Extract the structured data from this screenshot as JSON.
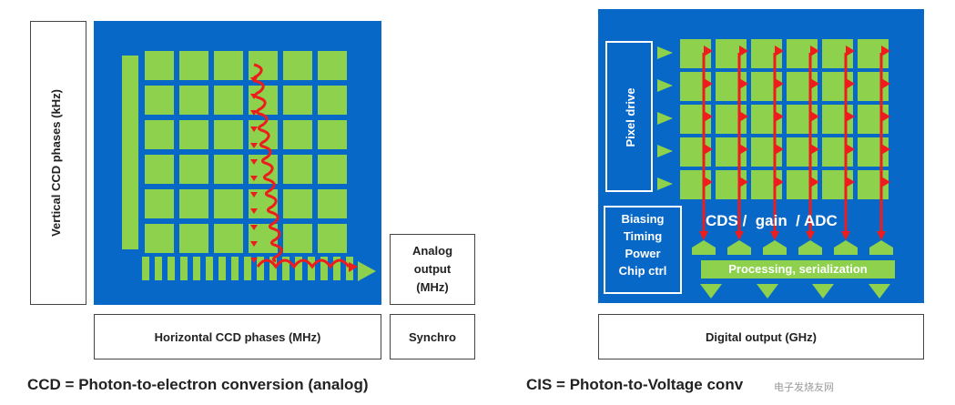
{
  "colors": {
    "panel_blue": "#0868c8",
    "pixel_green": "#8dd14c",
    "arrow_red": "#ee1c1c",
    "label_text": "#222222"
  },
  "ccd": {
    "vertical_label": "Vertical CCD phases (kHz)",
    "horizontal_label": "Horizontal CCD phases (MHz)",
    "analog_output": [
      "Analog",
      "output",
      "(MHz)"
    ],
    "synchro": "Synchro",
    "caption": "CCD = Photon-to-electron conversion  (analog)"
  },
  "cis": {
    "pixel_drive": "Pixel drive",
    "control_block": [
      "Biasing",
      "Timing",
      "Power",
      "Chip ctrl"
    ],
    "cds_label": "CDS /  gain  / ADC",
    "processing_label": "Processing, serialization",
    "digital_output": "Digital output (GHz)",
    "caption": "CIS = Photon-to-Voltage conv"
  },
  "watermark": "电子发烧友网"
}
